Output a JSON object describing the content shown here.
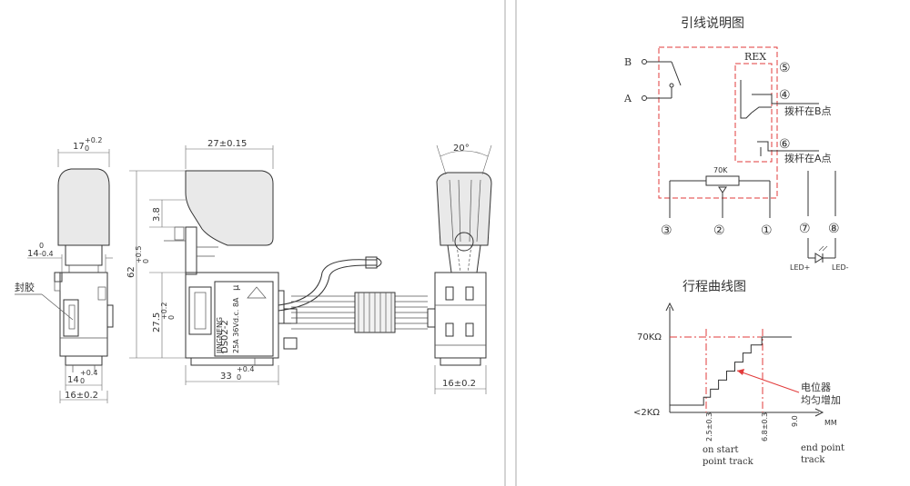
{
  "dims": {
    "w17": "17",
    "w17_tol": "+0.2",
    "w17_tol0": "0",
    "w14top": "14",
    "w14top_tol0": "0",
    "w14top_tol": "-0.4",
    "seal": "封胶",
    "w14bot": "14",
    "w14bot_tol": "+0.4",
    "w14bot_tol0": "0",
    "w16a": "16±0.2",
    "w27": "27±0.15",
    "h38": "3.8",
    "h62": "62",
    "h62_tol": "+0.5",
    "h62_tol0": "0",
    "h275": "27.5",
    "h275_tol": "+0.2",
    "h275_tol0": "0",
    "w33": "33",
    "w33_tol": "+0.4",
    "w33_tol0": "0",
    "angle": "20°",
    "w16b": "16±0.2"
  },
  "label_plate": {
    "line1": "DS02-2",
    "line2": "25A 36Vd.c. 8A",
    "brand": "JINGNENG",
    "mu": "μ"
  },
  "wiring": {
    "title": "引线说明图",
    "rex": "REX",
    "b": "B",
    "a": "A",
    "pin5": "⑤",
    "pin4": "④",
    "pin6": "⑥",
    "pin3": "③",
    "pin2": "②",
    "pin1": "①",
    "pin7": "⑦",
    "pin8": "⑧",
    "lever_b": "拨杆在B点",
    "lever_a": "拨杆在A点",
    "resistor": "70K",
    "led_plus": "LED+",
    "led_minus": "LED-"
  },
  "travel_chart": {
    "title": "行程曲线图",
    "y_top": "70KΩ",
    "y_bot": "<2KΩ",
    "x1": "2.5±0.3",
    "x2": "6.8±0.3",
    "x3": "9.0",
    "x_unit": "MM",
    "note1": "电位器",
    "note2": "均匀增加",
    "start1": "on start",
    "start2": "point track",
    "end1": "end point",
    "end2": "track"
  },
  "chart_data": {
    "type": "line",
    "title": "行程曲线图",
    "xlabel": "MM",
    "ylabel": "",
    "x_ticks": [
      "2.5±0.3",
      "6.8±0.3",
      "9.0"
    ],
    "y_ticks": [
      "<2KΩ",
      "70KΩ"
    ],
    "series": [
      {
        "x": [
          0,
          2.5,
          2.5,
          3.0,
          3.0,
          3.6,
          3.6,
          4.2,
          4.2,
          4.8,
          4.8,
          5.4,
          5.4,
          6.0,
          6.0,
          6.8,
          6.8,
          9.0
        ],
        "y": [
          2,
          2,
          10,
          10,
          18,
          18,
          27,
          27,
          36,
          36,
          45,
          45,
          54,
          54,
          62,
          62,
          70,
          70
        ]
      }
    ]
  }
}
